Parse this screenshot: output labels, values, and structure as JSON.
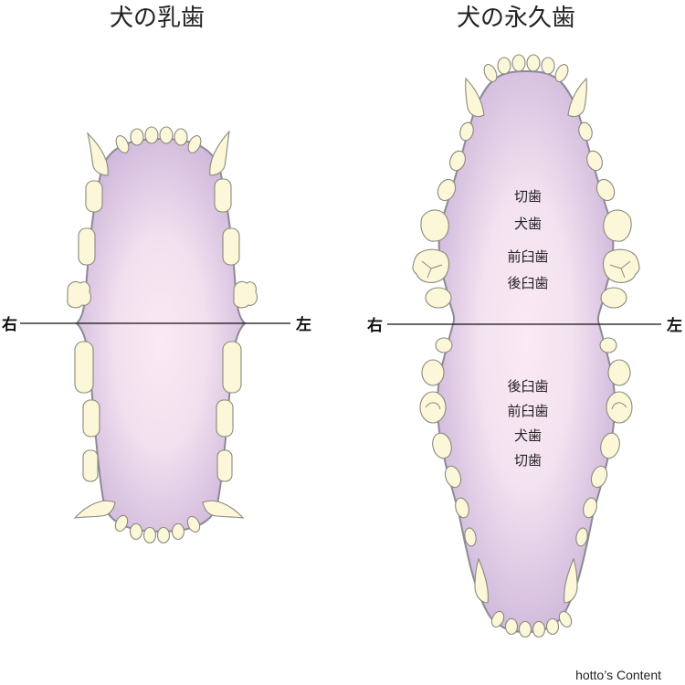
{
  "colors": {
    "mouth_fill_center": "#fbeaf3",
    "mouth_fill_edge": "#cbb3d9",
    "tooth_fill": "#fbf7d8"
  },
  "deciduous": {
    "title": "犬の乳歯",
    "right": "右",
    "left": "左"
  },
  "permanent": {
    "title": "犬の永久歯",
    "right": "右",
    "left": "左",
    "upper_labels": [
      "切歯",
      "犬歯",
      "前臼歯",
      "後臼歯"
    ],
    "lower_labels": [
      "後臼歯",
      "前臼歯",
      "犬歯",
      "切歯"
    ]
  },
  "credit": "hotto’s Content"
}
